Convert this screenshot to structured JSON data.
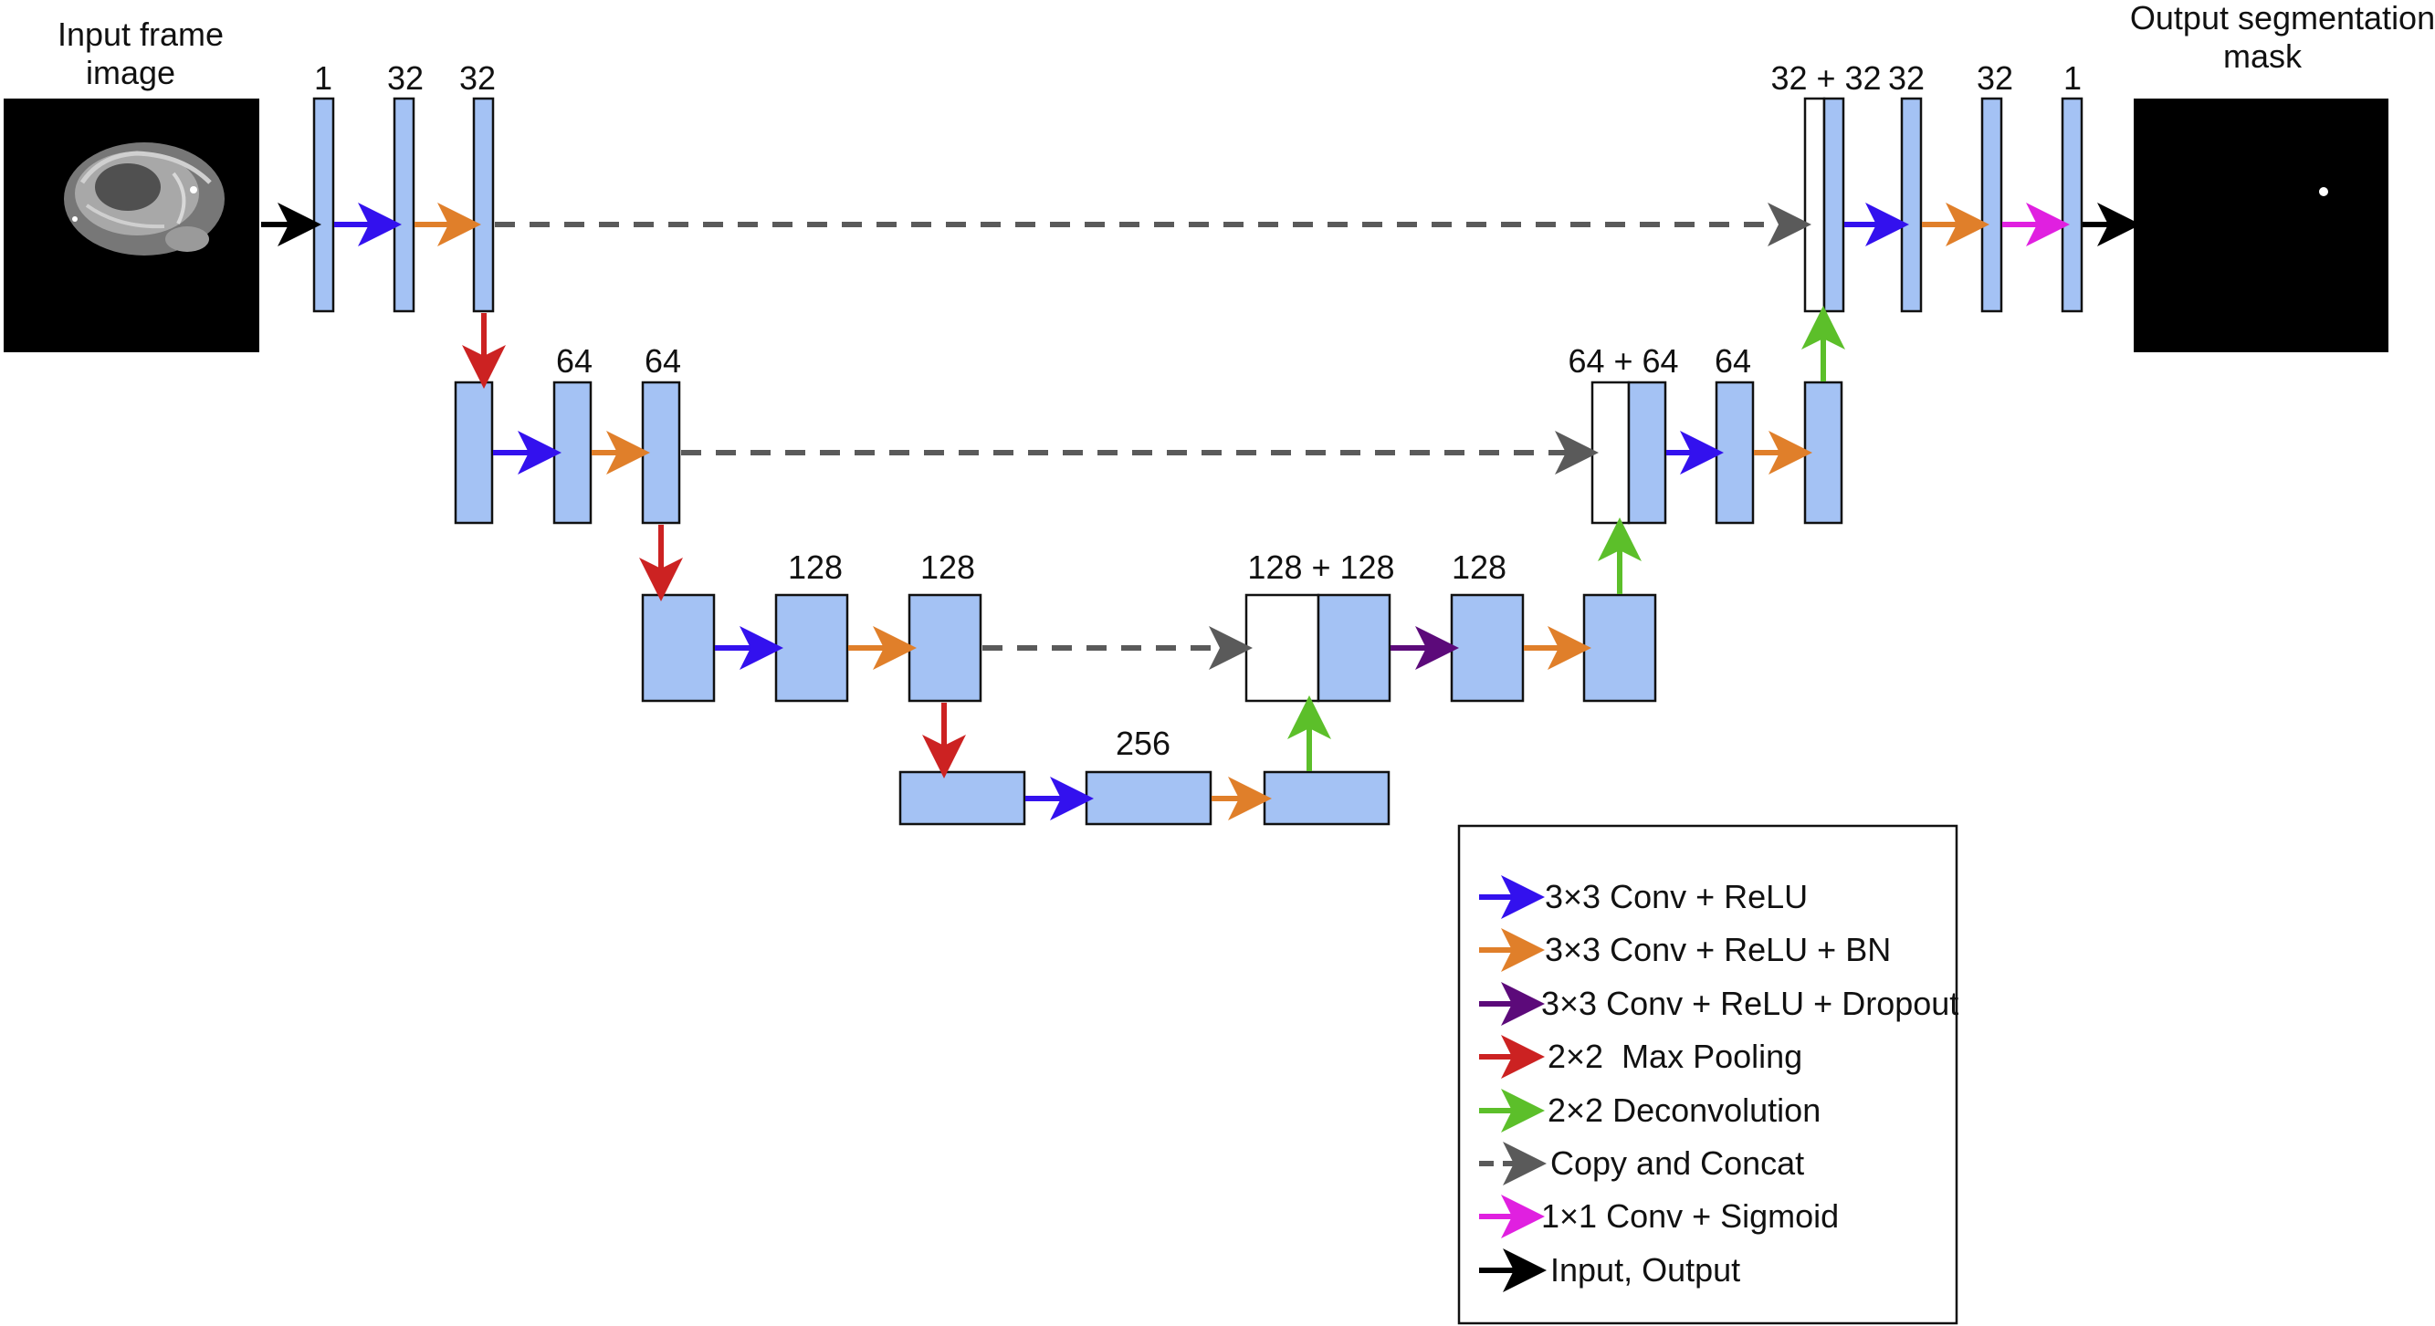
{
  "titles": {
    "input": [
      "Input frame",
      "image"
    ],
    "output": [
      "Output segmentation",
      "mask"
    ]
  },
  "channel_labels": {
    "enc1": [
      "1",
      "32",
      "32"
    ],
    "dec1": [
      "32 + 32",
      "32",
      "32",
      "1"
    ],
    "enc2": [
      "64",
      "64"
    ],
    "dec2": [
      "64 + 64",
      "64"
    ],
    "enc3": [
      "128",
      "128"
    ],
    "dec3": [
      "128 + 128",
      "128"
    ],
    "bottleneck": "256"
  },
  "colors": {
    "block": "#a4c2f4",
    "conv_relu": "#3311ee",
    "conv_relu_bn": "#e07f2a",
    "conv_relu_dropout": "#5c0a7a",
    "max_pool": "#cc2222",
    "deconv": "#5cbf2a",
    "copy_concat": "#5a5a5a",
    "conv_sigmoid": "#e020e0",
    "io": "#000000"
  },
  "legend": [
    {
      "label": "3×3 Conv + ReLU",
      "color": "#3311ee",
      "style": "solid"
    },
    {
      "label": "3×3 Conv + ReLU + BN",
      "color": "#e07f2a",
      "style": "solid"
    },
    {
      "label": "3×3 Conv + ReLU + Dropout",
      "color": "#5c0a7a",
      "style": "solid"
    },
    {
      "label": "2×2  Max Pooling",
      "color": "#cc2222",
      "style": "solid"
    },
    {
      "label": "2×2 Deconvolution",
      "color": "#5cbf2a",
      "style": "solid"
    },
    {
      "label": "Copy and Concat",
      "color": "#5a5a5a",
      "style": "dashed"
    },
    {
      "label": "1×1 Conv + Sigmoid",
      "color": "#e020e0",
      "style": "solid"
    },
    {
      "label": "Input, Output",
      "color": "#000000",
      "style": "solid"
    }
  ]
}
